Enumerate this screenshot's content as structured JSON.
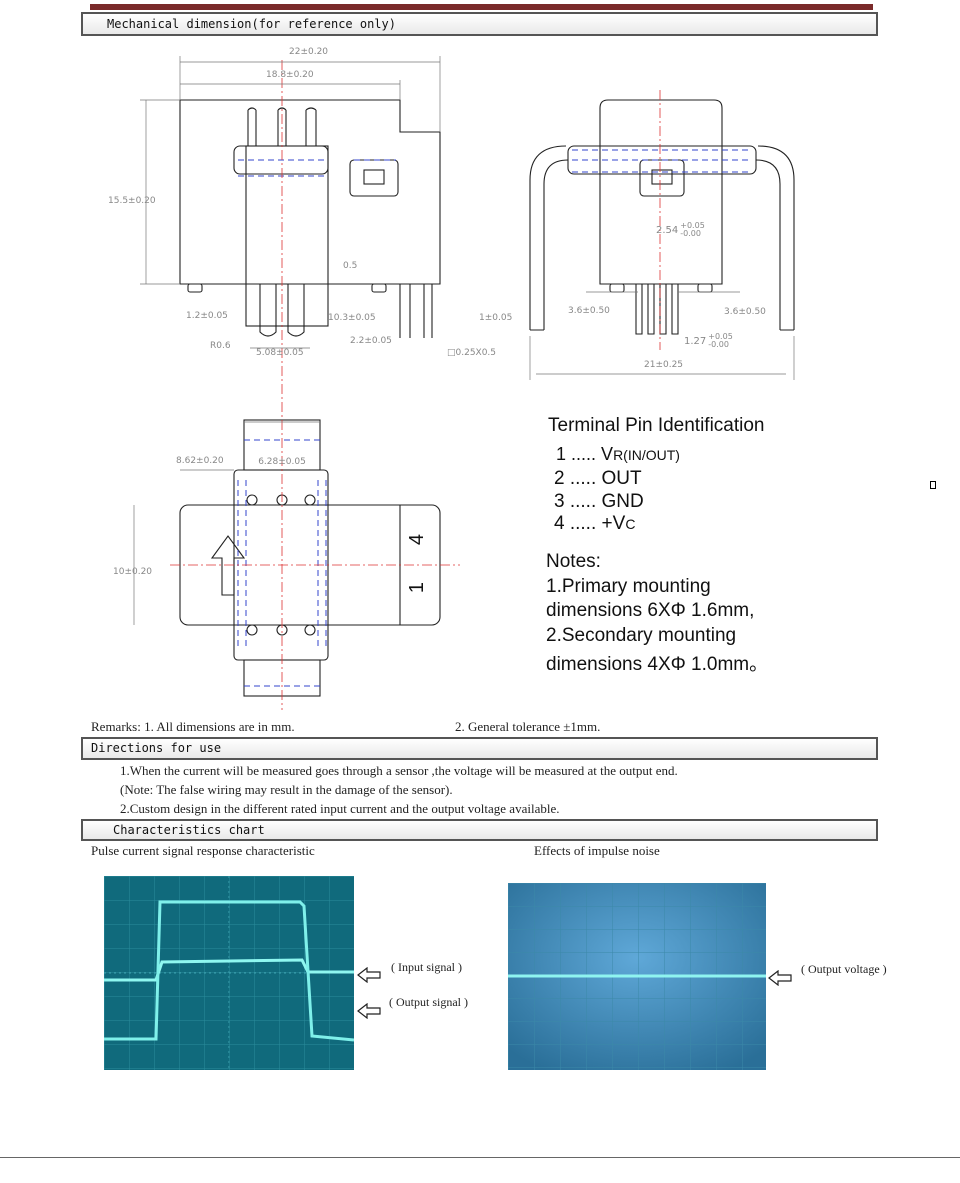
{
  "sections": {
    "mechanical": "Mechanical dimension(for reference only)",
    "directions": "Directions for use",
    "characteristics": "Characteristics chart"
  },
  "dimensions": {
    "d22": "22±0.20",
    "d188": "18.8±0.20",
    "d155": "15.5±0.20",
    "d05": "0.5",
    "d12": "1.2±0.05",
    "d103": "10.3±0.05",
    "r06": "R0.6",
    "d22b": "2.2±0.05",
    "d508": "5.08±0.05",
    "sq": "□0.25X0.5",
    "d254": "2.54",
    "d254tol_top": "+0.05",
    "d254tol_bot": "-0.00",
    "d1": "1±0.05",
    "d36a": "3.6±0.50",
    "d36b": "3.6±0.50",
    "d127": "1.27",
    "d127tol_top": "+0.05",
    "d127tol_bot": "-0.00",
    "d21": "21±0.25",
    "d628": "6.28±0.05",
    "d862": "8.62±0.20",
    "d10": "10±0.20",
    "label4": "4",
    "label1": "1"
  },
  "terminal": {
    "title": "Terminal Pin Identification",
    "pins": [
      {
        "num": "1 .....",
        "name": "V",
        "sub": "R(IN/OUT)"
      },
      {
        "num": "2 .....",
        "name": "OUT",
        "sub": ""
      },
      {
        "num": "3 .....",
        "name": "GND",
        "sub": ""
      },
      {
        "num": "4 .....",
        "name": "+V",
        "sub": "C"
      }
    ]
  },
  "notes": {
    "title": "Notes:",
    "lines": [
      "1.Primary mounting",
      "dimensions  6XΦ 1.6mm,",
      "2.Secondary mounting",
      "dimensions  4XΦ 1.0mm。"
    ]
  },
  "remarks": {
    "r1": "Remarks: 1. All dimensions are in mm.",
    "r2": "2. General tolerance ±1mm."
  },
  "directions": {
    "l1": "1.When the current  will be measured goes through a sensor ,the voltage will be measured at the output end.",
    "l2": "(Note: The false wiring may result in the damage of the sensor).",
    "l3": "2.Custom design in the different rated input current and the output voltage available."
  },
  "charts": {
    "left_caption": "Pulse current signal response characteristic",
    "right_caption": "Effects of impulse noise",
    "input_label": "( Input  signal )",
    "output_label": "( Output  signal )",
    "output_voltage_label": "( Output voltage )"
  }
}
